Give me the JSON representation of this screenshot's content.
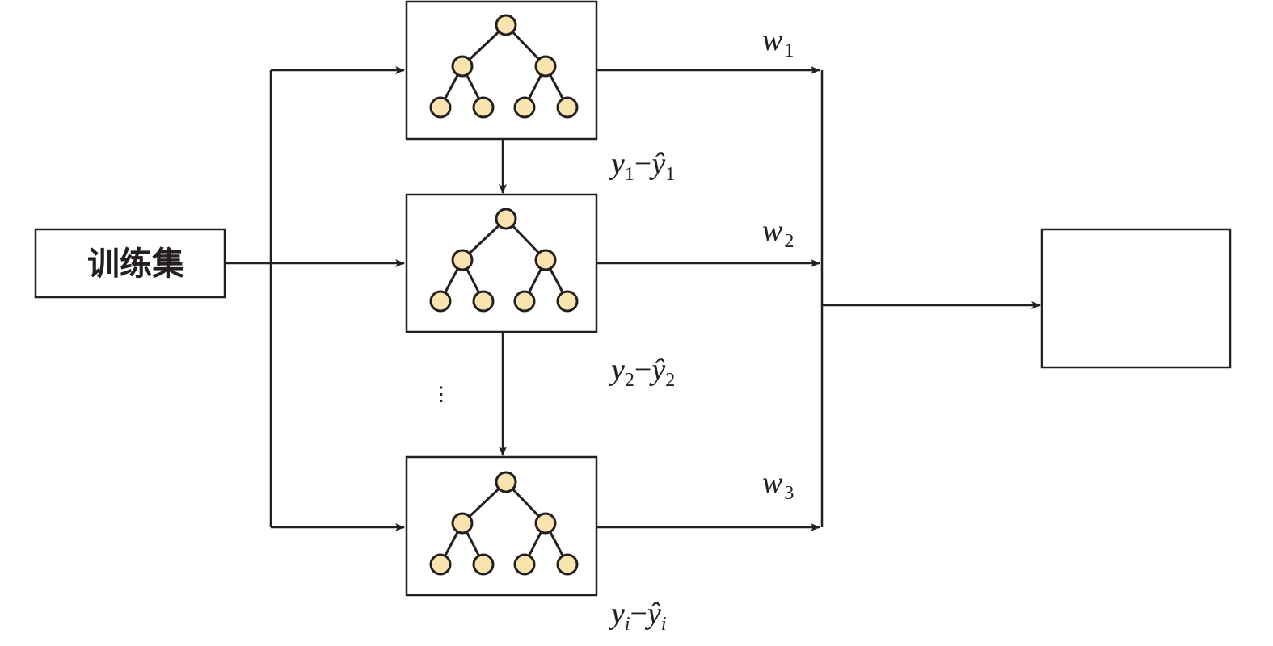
{
  "input": {
    "label": "训练集"
  },
  "weights": [
    {
      "sym": "w",
      "sub": "1"
    },
    {
      "sym": "w",
      "sub": "2"
    },
    {
      "sym": "w",
      "sub": "3"
    }
  ],
  "residuals": [
    {
      "y": "y",
      "sub": "1",
      "minus": "−",
      "yhat": "ŷ",
      "sub2": "1"
    },
    {
      "y": "y",
      "sub": "2",
      "minus": "−",
      "yhat": "ŷ",
      "sub2": "2"
    },
    {
      "y": "y",
      "sub": "i",
      "minus": "−",
      "yhat": "ŷ",
      "sub2": "i"
    }
  ],
  "ellipsis": "⋮",
  "colors": {
    "weak_tree_node": "#f9e4b0",
    "final_tree_node": "#8aa6c8",
    "line": "#231f20"
  }
}
